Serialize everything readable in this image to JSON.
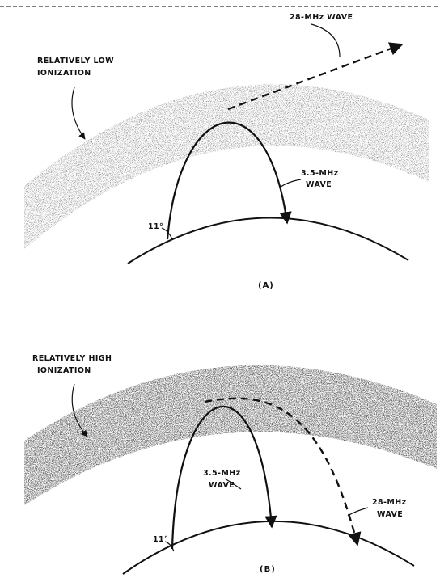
{
  "panel_a": {
    "label_layer_line1": "RELATIVELY LOW",
    "label_layer_line2": "IONIZATION",
    "label_28": "28-MHz WAVE",
    "label_35_line1": "3.5-MHz",
    "label_35_line2": "WAVE",
    "angle": "11°",
    "caption": "(A)"
  },
  "panel_b": {
    "label_layer_line1": "RELATIVELY HIGH",
    "label_layer_line2": "IONIZATION",
    "label_35_line1": "3.5-MHz",
    "label_35_line2": "WAVE",
    "label_28_line1": "28-MHz",
    "label_28_line2": "WAVE",
    "angle": "11°",
    "caption": "(B)"
  }
}
